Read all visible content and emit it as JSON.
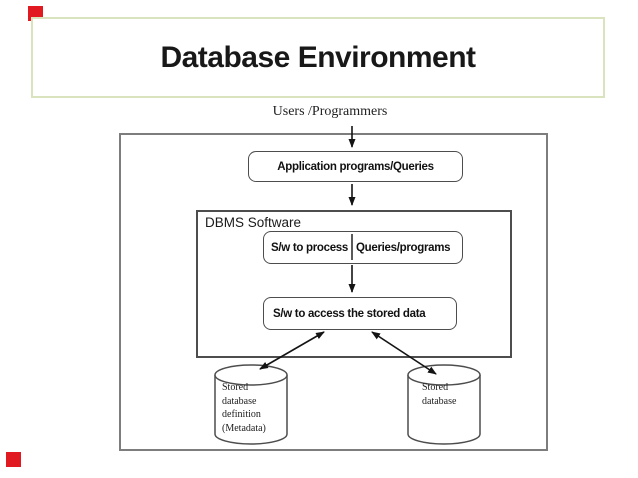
{
  "title": {
    "text": "Database Environment"
  },
  "accents": {
    "red_square": "#e11a21",
    "title_border": "#d9e3bd",
    "box_border": "#4d4d4d",
    "frame_border": "#7d7d7d"
  },
  "diagram": {
    "users_label": "Users /Programmers",
    "app_box_label": "Application programs/Queries",
    "dbms_label": "DBMS Software",
    "process_left": "S/w to process",
    "process_right": "Queries/programs",
    "access_label": "S/w to access the stored data",
    "left_cylinder": {
      "lines": [
        "Stored",
        "database",
        "definition",
        "(Metadata)"
      ]
    },
    "right_cylinder": {
      "lines": [
        "Stored",
        "database"
      ]
    }
  }
}
